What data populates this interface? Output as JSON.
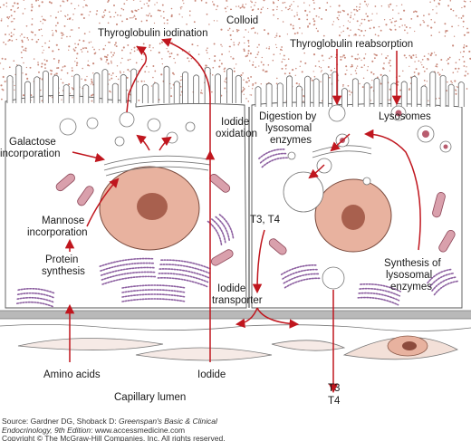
{
  "labels": {
    "colloid": "Colloid",
    "thyroglobulin_iodination": "Thyroglobulin iodination",
    "thyroglobulin_reabsorption": "Thyroglobulin reabsorption",
    "galactose_incorporation": [
      "Galactose",
      "incorporation"
    ],
    "iodide_oxidation": [
      "Iodide",
      "oxidation"
    ],
    "digestion": [
      "Digestion by",
      "lysosomal",
      "enzymes"
    ],
    "lysosomes": "Lysosomes",
    "mannose_incorporation": [
      "Mannose",
      "incorporation"
    ],
    "t3_t4": "T3, T4",
    "protein_synthesis": [
      "Protein",
      "synthesis"
    ],
    "iodide_transporter": [
      "Iodide",
      "transporter"
    ],
    "synthesis_lysosomal": [
      "Synthesis of",
      "lysosomal",
      "enzymes"
    ],
    "amino_acids": "Amino acids",
    "iodide": "Iodide",
    "capillary_lumen": "Capillary lumen",
    "t3_bottom": "T3",
    "t4_bottom": "T4"
  },
  "source": {
    "line1_prefix": "Source: Gardner DG, Shoback D: ",
    "line1_italic": "Greenspan's Basic & Clinical",
    "line2_italic": "Endocrinology, 9th Edition",
    "line2_suffix": ": www.accessmedicine.com",
    "line3": "Copyright © The McGraw-Hill Companies, Inc. All rights reserved."
  },
  "colors": {
    "arrow": "#c0161e",
    "colloid_dots": "#c98a7c",
    "nucleus": "#e8b29f",
    "nucleolus": "#a8604e",
    "er": "#8c5fa0",
    "mito": "#b85c6e",
    "membrane": "#a3a3a3"
  }
}
